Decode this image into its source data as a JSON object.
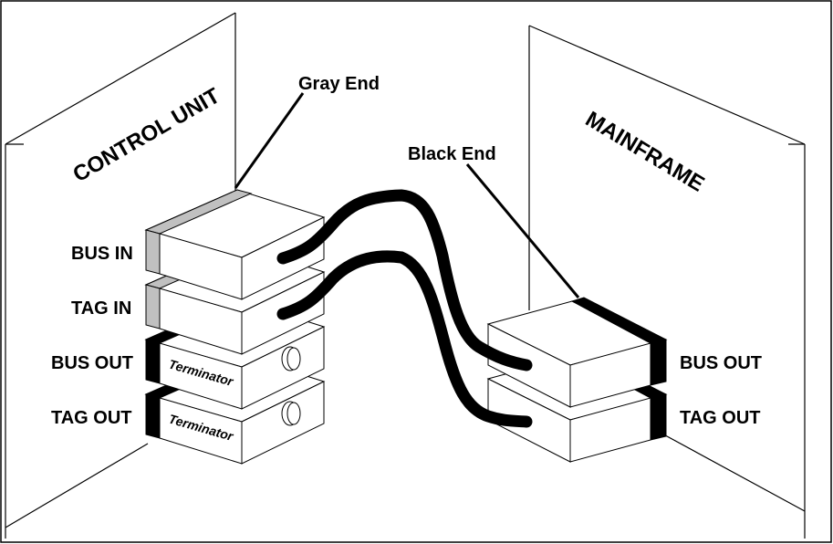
{
  "left_device": {
    "title": "CONTROL UNIT",
    "ports": [
      "BUS IN",
      "TAG IN",
      "BUS OUT",
      "TAG OUT"
    ],
    "terminator_label": "Terminator"
  },
  "right_device": {
    "title": "MAINFRAME",
    "ports": [
      "BUS OUT",
      "TAG OUT"
    ]
  },
  "callouts": {
    "gray_end": "Gray End",
    "black_end": "Black End"
  },
  "colors": {
    "gray_end": "#c0c0c0",
    "black_end": "#000000",
    "cable": "#000000"
  }
}
